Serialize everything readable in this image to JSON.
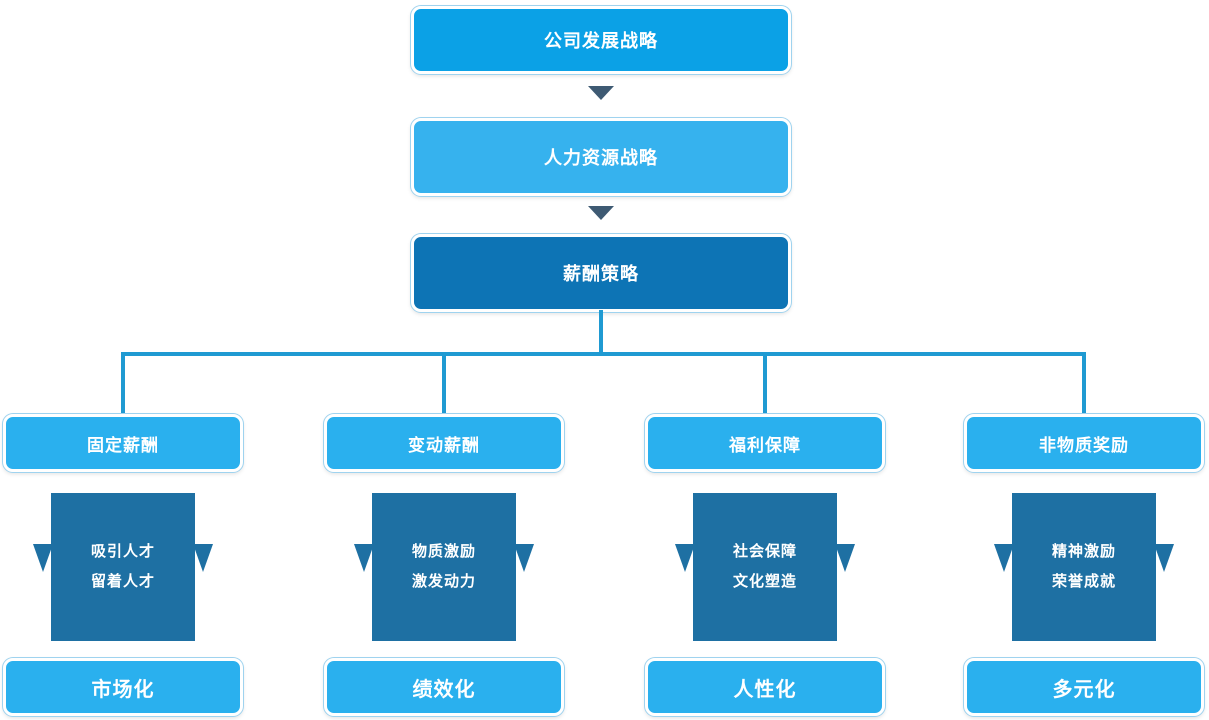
{
  "flow": {
    "level1": "公司发展战略",
    "level2": "人力资源战略",
    "level3": "薪酬策略"
  },
  "columns": [
    {
      "branch": "固定薪酬",
      "desc_line1": "吸引人才",
      "desc_line2": "留着人才",
      "result": "市场化"
    },
    {
      "branch": "变动薪酬",
      "desc_line1": "物质激励",
      "desc_line2": "激发动力",
      "result": "绩效化"
    },
    {
      "branch": "福利保障",
      "desc_line1": "社会保障",
      "desc_line2": "文化塑造",
      "result": "人性化"
    },
    {
      "branch": "非物质奖励",
      "desc_line1": "精神激励",
      "desc_line2": "荣誉成就",
      "result": "多元化"
    }
  ],
  "colors": {
    "level1_fill": "#0ba1e6",
    "level2_fill": "#36b2ee",
    "level3_fill": "#0d74b5",
    "branch_fill": "#2ab0ee",
    "desc_fill": "#1e70a3",
    "result_fill": "#2ab0ee",
    "connector_line": "#1f9ad2",
    "arrow": "#3e5a73",
    "text": "#ffffff",
    "background": "#ffffff"
  }
}
